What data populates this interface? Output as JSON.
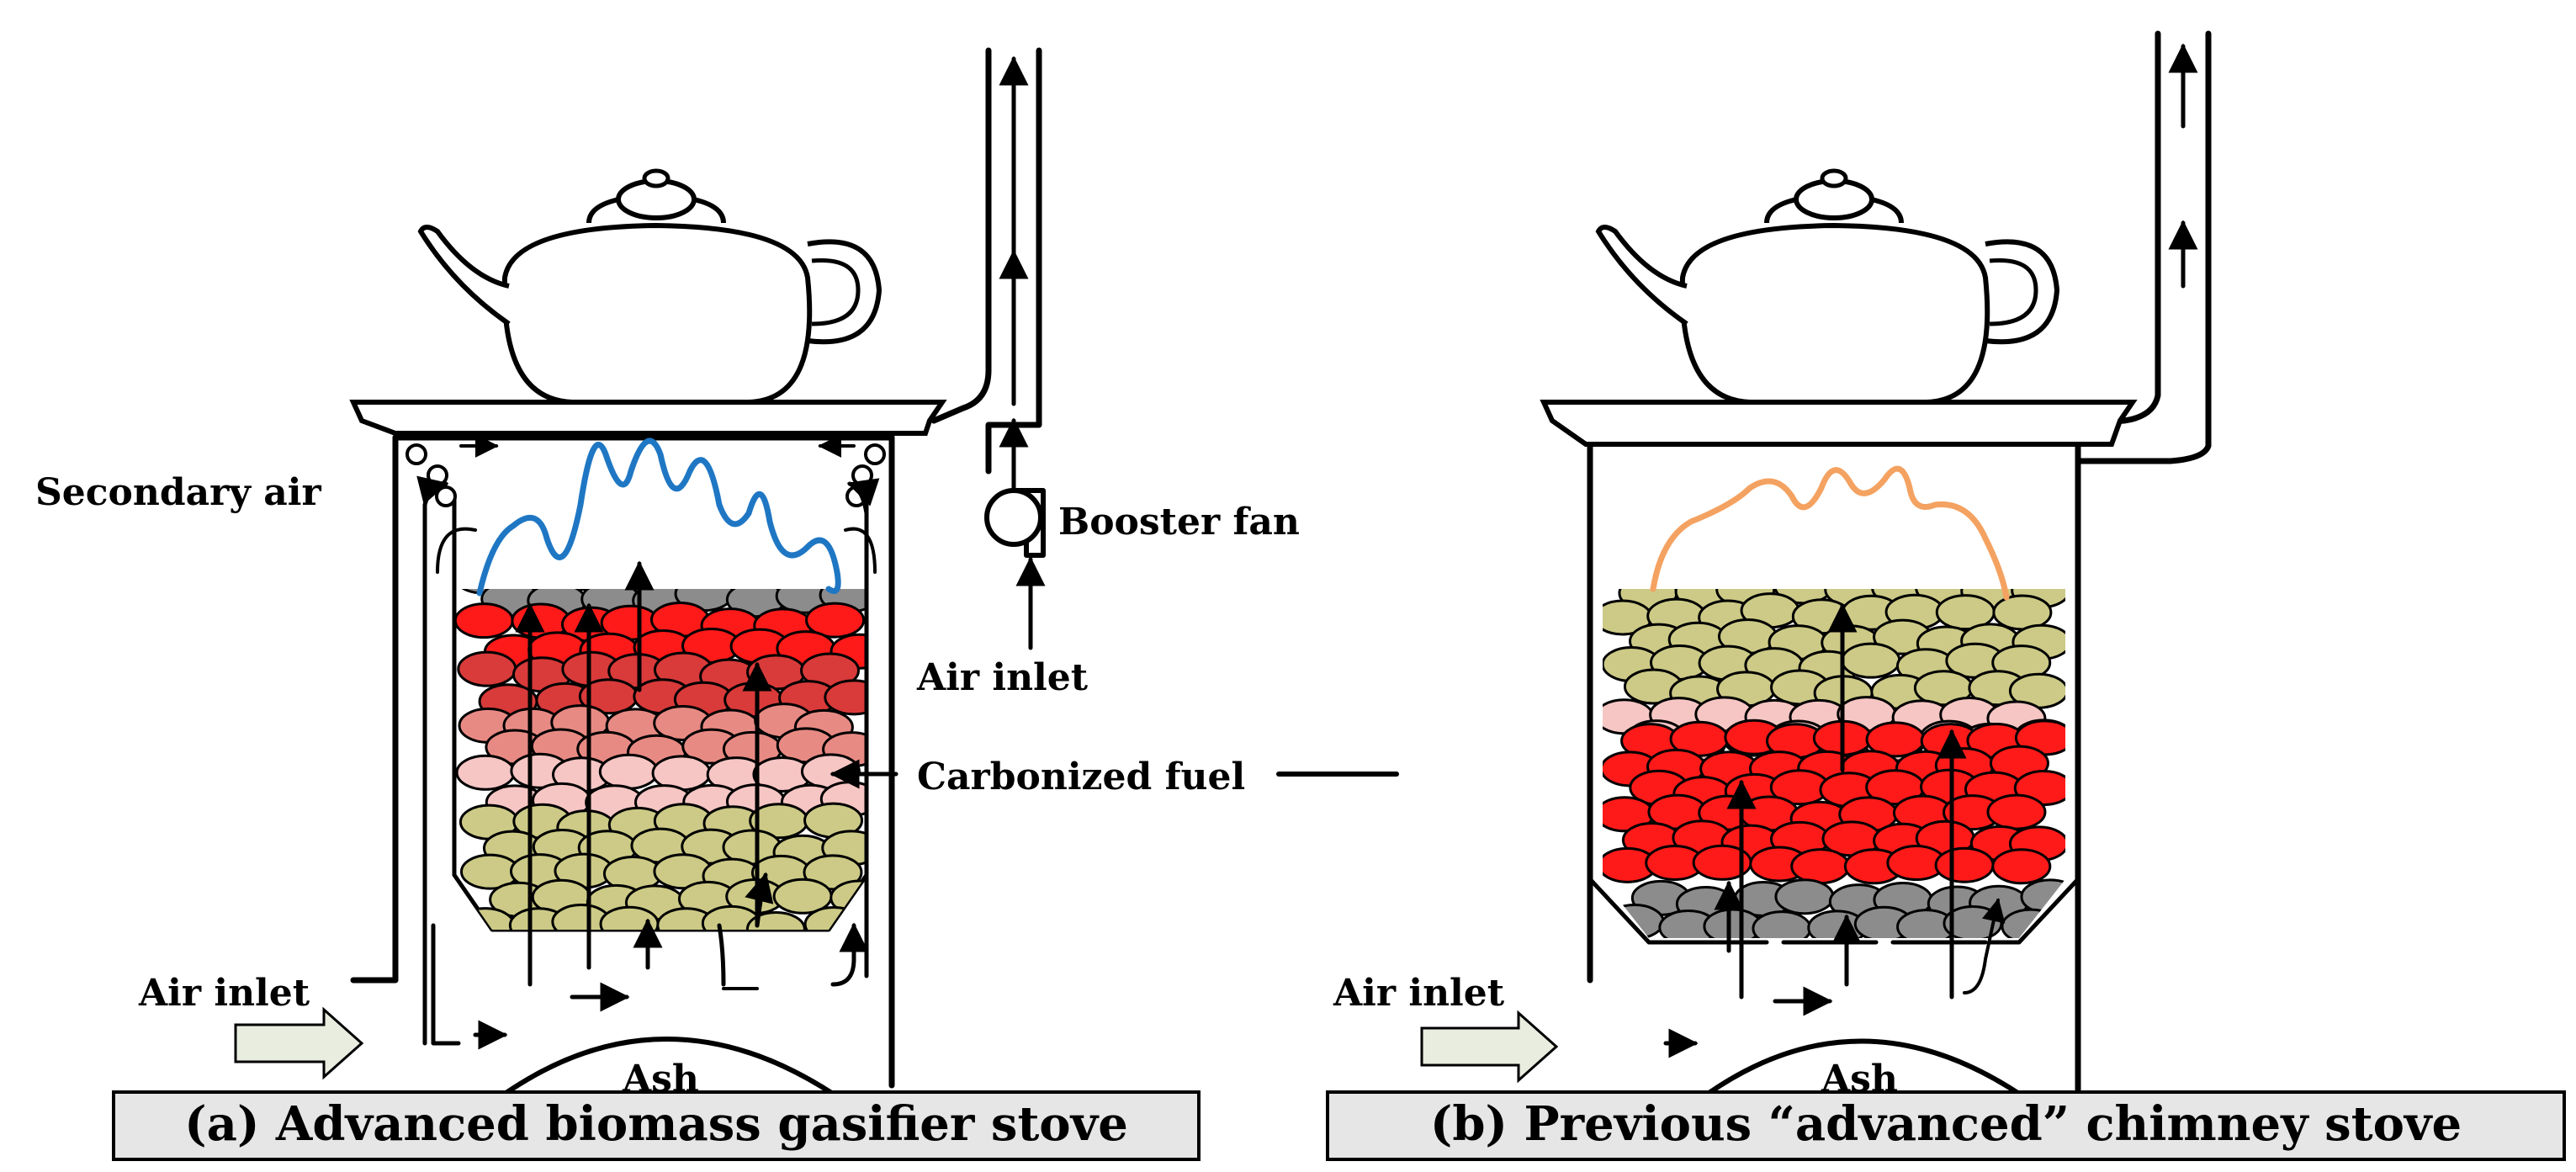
{
  "panel_a": {
    "caption": "(a) Advanced biomass gasifier  stove",
    "labels": {
      "secondary_air": "Secondary air",
      "booster_fan": "Booster fan",
      "air_inlet_right": "Air inlet",
      "carbonized_fuel": "Carbonized fuel",
      "air_inlet_left": "Air inlet",
      "ash": "Ash"
    },
    "flame_color": "#1f77c4"
  },
  "panel_b": {
    "caption": "(b) Previous “advanced” chimney stove",
    "labels": {
      "air_inlet": "Air inlet",
      "ash": "Ash"
    },
    "flame_color": "#f4a261"
  },
  "colors": {
    "char_gray": "#8c8c8c",
    "burning_red": "#ff1a1a",
    "dark_red": "#d93a3a",
    "salmon": "#e88a84",
    "light_pink": "#f6c6c4",
    "raw_fuel_olive": "#ccca86",
    "caption_bg": "#e6e6e6",
    "inlet_arrow_fill": "#e8ede0"
  }
}
